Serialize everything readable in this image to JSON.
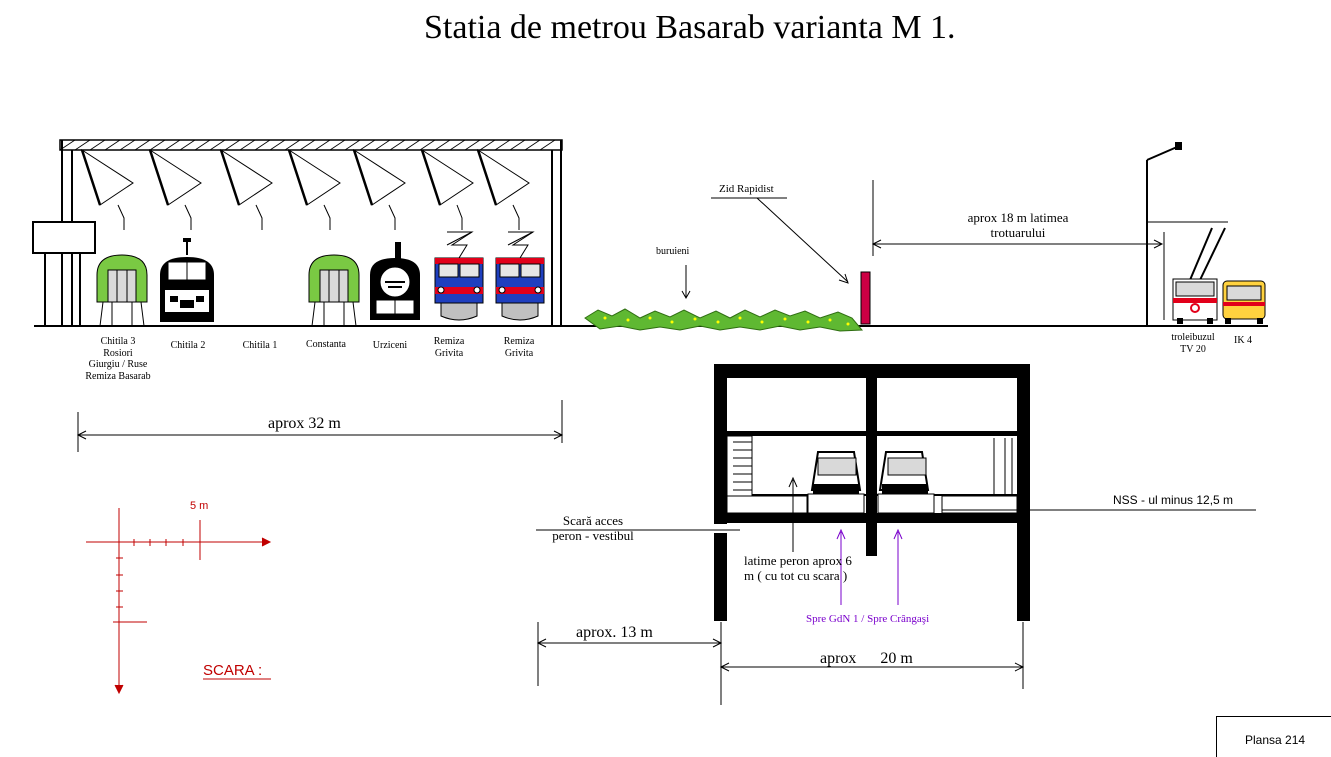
{
  "title": "Statia  de  metrou  Basarab  varianta M 1.",
  "tracks": [
    {
      "label": "Chitila 3\nRosiori\nGiurgiu / Ruse\nRemiza Basarab"
    },
    {
      "label": "Chitila 2"
    },
    {
      "label": "Chitila 1"
    },
    {
      "label": "Constanta"
    },
    {
      "label": "Urziceni"
    },
    {
      "label": "Remiza\nGrivita"
    },
    {
      "label": "Remiza\nGrivita"
    }
  ],
  "labels": {
    "zid": "Zid  Rapidist",
    "buruieni": "buruieni",
    "aprox18": "aprox  18 m latimea\ntrotuarului",
    "troleibuz": "troleibuzul\nTV 20",
    "ik4": "IK 4",
    "aprox32": "aprox  32 m",
    "nss": "NSS - ul  minus 12,5 m",
    "scara_acces": "Scară acces\nperon - vestibul",
    "latime_peron": "latime peron aprox 6\nm  ( cu tot cu scara )",
    "spre": "Spre GdN 1 / Spre Crângaşi",
    "aprox13": "aprox. 13 m",
    "aprox20": "aprox      20 m",
    "scale_5m": "5 m",
    "scara": "SCARA :",
    "plansa": "Plansa  214"
  },
  "colors": {
    "green": "#7ac943",
    "red_train": "#e2001a",
    "blue_train": "#1f3fbf",
    "scale_red": "#c00000",
    "purple": "#7a00cc",
    "wall": "#cc0044",
    "bus_yellow": "#ffd23f"
  }
}
